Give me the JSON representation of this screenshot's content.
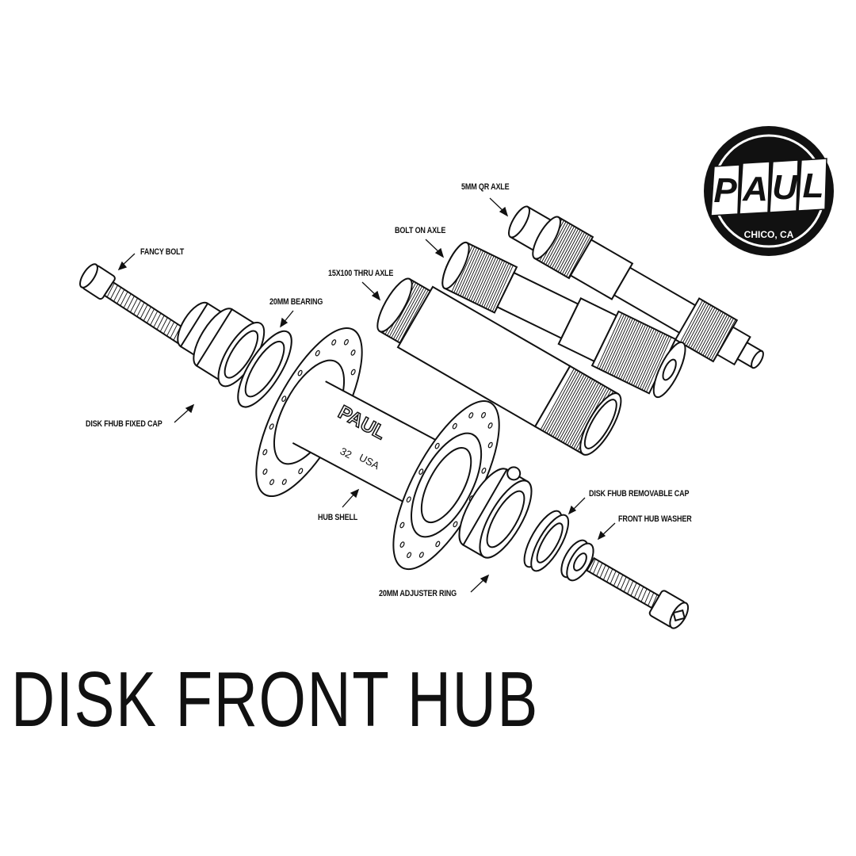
{
  "title": "DISK FRONT HUB",
  "logo": {
    "brand": "PAUL",
    "location": "CHICO, CA"
  },
  "hub_markings": {
    "brand": "PAUL",
    "spokes": "32",
    "origin": "USA"
  },
  "labels": {
    "qr_axle": "5MM QR AXLE",
    "bolt_on_axle": "BOLT ON AXLE",
    "thru_axle": "15X100 THRU AXLE",
    "fancy_bolt": "FANCY BOLT",
    "bearing": "20MM BEARING",
    "fixed_cap": "DISK FHUB FIXED CAP",
    "hub_shell": "HUB SHELL",
    "adjuster_ring": "20MM ADJUSTER RING",
    "removable_cap": "DISK FHUB REMOVABLE CAP",
    "washer": "FRONT HUB WASHER"
  }
}
